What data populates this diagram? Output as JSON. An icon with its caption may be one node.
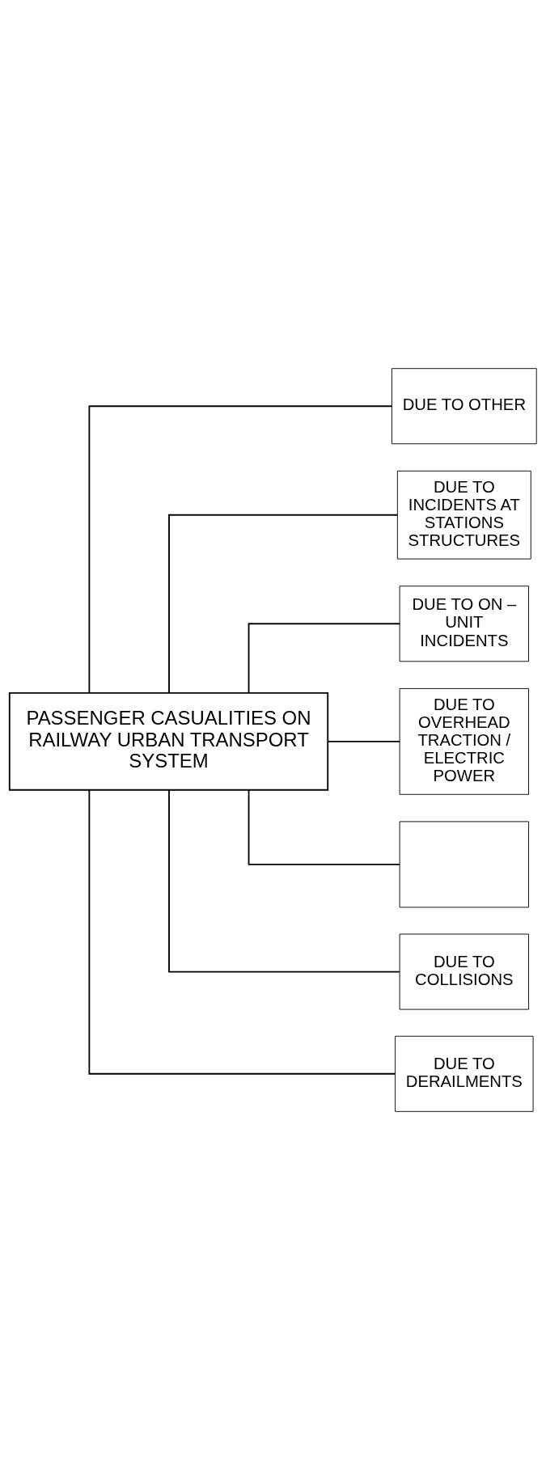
{
  "diagram": {
    "nodes": [
      {
        "text": [
          "PASSENGER CASUALITIES ON RAILWAY URBAN TRANSPORT SYSTEM"
        ]
      },
      {
        "text": [
          "DUE TO DERAILMENTS"
        ]
      },
      {
        "text": [
          "DUE TO COLLISIONS"
        ]
      },
      {
        "text": [],
        "shape": "box"
      },
      {
        "text": [
          "DUE TO OVERHEAD TRACTION / ELECTRIC POWER"
        ]
      },
      {
        "text": [
          "DUE TO ON – UNIT INCIDENTS"
        ]
      },
      {
        "text": [
          "DUE TO INCIDENTS AT STATIONS STRUCTURES"
        ]
      },
      {
        "text": [
          "DUE TO OTHER"
        ]
      }
    ],
    "edges": [
      {
        "from": 0,
        "to": 1,
        "arrow": "none"
      },
      {
        "from": 0,
        "to": 2,
        "arrow": "none"
      },
      {
        "from": 0,
        "to": 3,
        "arrow": "none"
      },
      {
        "from": 0,
        "to": 4,
        "arrow": "none"
      },
      {
        "from": 0,
        "to": 5,
        "arrow": "none"
      },
      {
        "from": 0,
        "to": 6,
        "arrow": "none"
      },
      {
        "from": 0,
        "to": 7,
        "arrow": "none"
      }
    ]
  }
}
